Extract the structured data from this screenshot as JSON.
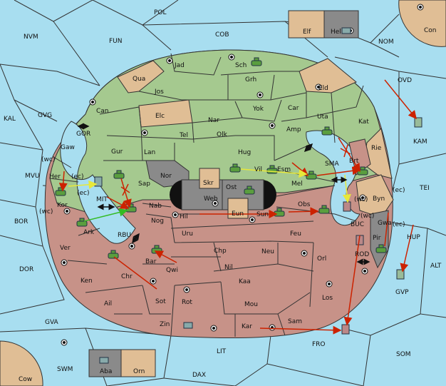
{
  "colors": {
    "sea": "#a8def0",
    "green": "#a5c98f",
    "red": "#c79288",
    "tan": "#e0be95",
    "dark": "#8a8a8a",
    "order_move": "#cc2200",
    "order_support": "#e8e83a",
    "order_convoy": "#33bb22"
  },
  "sea_labels": {
    "pol": "POL",
    "fun": "FUN",
    "cob": "COB",
    "nvm": "NVM",
    "nom": "NOM",
    "ovd": "OVD",
    "kam": "KAM",
    "kal": "KAL",
    "gvg": "GVG",
    "gor": "GOR",
    "mvu": "MVU",
    "mit": "MIT",
    "bor": "BOR",
    "rbu": "RBU",
    "dor": "DOR",
    "sma": "SMA",
    "tei": "TEI",
    "buc": "BUC",
    "hup": "HUP",
    "alt": "ALT",
    "rod": "ROD",
    "gvp": "GVP",
    "gva": "GVA",
    "lit": "LIT",
    "fro": "FRO",
    "som": "SOM",
    "swm": "SWM",
    "dax": "DAX"
  },
  "corner_labels": {
    "con": "Con",
    "cow": "Cow"
  },
  "box_labels": {
    "elf": "Elf",
    "hel": "Hel",
    "aba": "Aba",
    "orn": "Orn"
  },
  "land_labels": {
    "jad": "Jad",
    "sch": "Sch",
    "qua": "Qua",
    "jos": "Jos",
    "grh": "Grh",
    "eld": "Eld",
    "can": "Can",
    "elc": "Elc",
    "nar": "Nar",
    "yok": "Yok",
    "car": "Car",
    "uta": "Uta",
    "kat": "Kat",
    "tel": "Tel",
    "olk": "Olk",
    "amp": "Amp",
    "gur": "Gur",
    "lan": "Lan",
    "hug": "Hug",
    "rie": "Rie",
    "gaw": "Gaw",
    "brt": "Brt",
    "her": "Her",
    "nor": "Nor",
    "skr": "Skr",
    "vil": "Vil",
    "esm": "Esm",
    "mel": "Mel",
    "sap": "Sap",
    "ost": "Ost",
    "web": "Web",
    "kor": "Kor",
    "nab": "Nab",
    "eun": "Eun",
    "sun": "Sun",
    "obs": "Obs",
    "byn": "Byn",
    "hil": "Hil",
    "nog": "Nog",
    "gwa": "Gwa",
    "ark": "Ark",
    "uru": "Uru",
    "feu": "Feu",
    "pir": "Pir",
    "ver": "Ver",
    "chp": "Chp",
    "neu": "Neu",
    "orl": "Orl",
    "bar": "Bar",
    "qwi": "Qwi",
    "nil": "Nil",
    "ken": "Ken",
    "chr": "Chr",
    "kaa": "Kaa",
    "ail": "Ail",
    "sot": "Sot",
    "rot": "Rot",
    "mou": "Mou",
    "los": "Los",
    "zin": "Zin",
    "kar": "Kar",
    "sam": "Sam"
  },
  "coast_labels": {
    "gaw_wc": "(wc)",
    "her_ec": "(ec)",
    "kor_ec": "(ec)",
    "kor_wc": "(wc)",
    "byn_wc": "(wc)",
    "byn_ec": "(ec)",
    "gwa_wc": "(wc)",
    "gwa_ec": "(ec)"
  }
}
